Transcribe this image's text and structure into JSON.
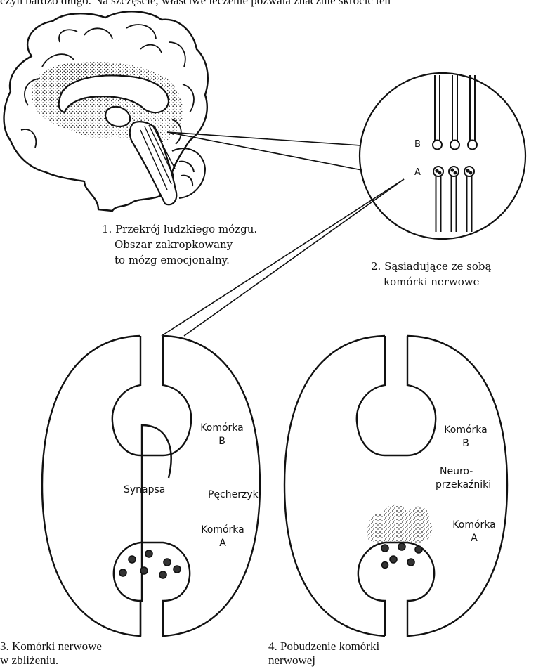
{
  "top_text": "czyn bardzo długo. Na szczęście, właściwe leczenie pozwala znacznie skrócić ten",
  "figure1": {
    "caption_line1": "1. Przekrój ludzkiego mózgu.",
    "caption_line2": "Obszar zakropkowany",
    "caption_line3": "to mózg emocjonalny."
  },
  "figure2": {
    "caption_line1": "2. Sąsiadujące ze sobą",
    "caption_line2": "komórki nerwowe",
    "label_b": "B",
    "label_a": "A"
  },
  "figure3": {
    "caption_line1": "3. Komórki nerwowe",
    "caption_line2": "w zbliżeniu.",
    "cell_b_line1": "Komórka",
    "cell_b_line2": "B",
    "synapse": "Synapsa",
    "vesicles": "Pęcherzyki",
    "cell_a_line1": "Komórka",
    "cell_a_line2": "A"
  },
  "figure4": {
    "caption_line1": "4. Pobudzenie komórki",
    "caption_line2": "nerwowej",
    "cell_b_line1": "Komórka",
    "cell_b_line2": "B",
    "neuro_line1": "Neuro-",
    "neuro_line2": "przekaźniki",
    "cell_a_line1": "Komórka",
    "cell_a_line2": "A"
  }
}
